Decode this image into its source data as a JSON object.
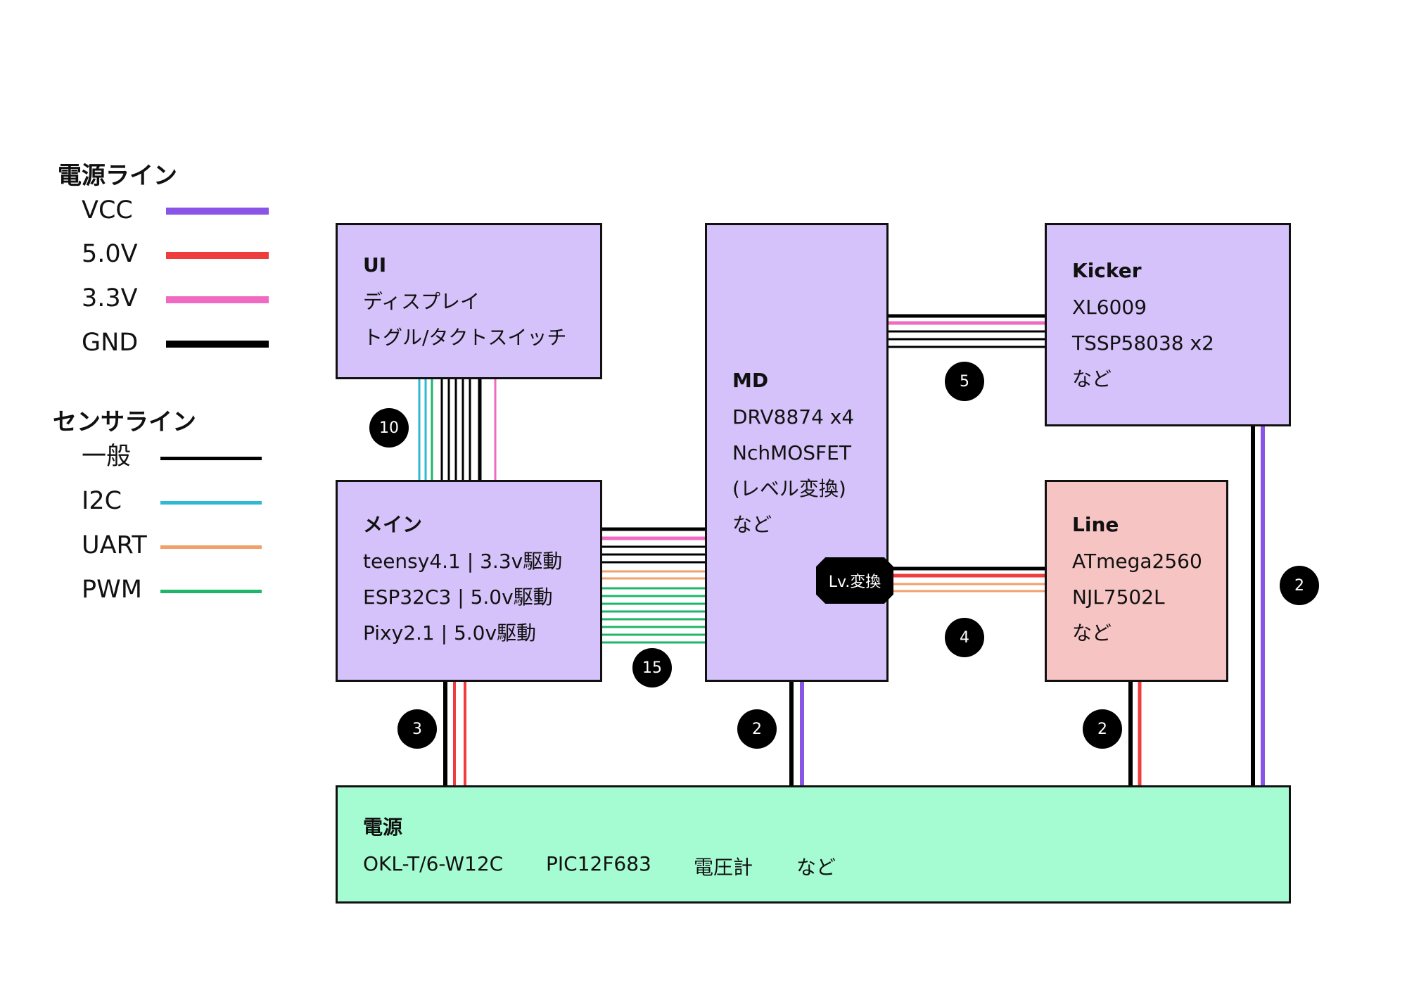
{
  "legend": {
    "power_heading": "電源ライン",
    "power_items": [
      {
        "label": "VCC",
        "color": "#8a55e6"
      },
      {
        "label": "5.0V",
        "color": "#ef3d3d"
      },
      {
        "label": "3.3V",
        "color": "#ef6ac0"
      },
      {
        "label": "GND",
        "color": "#000000"
      }
    ],
    "sensor_heading": "センサライン",
    "sensor_items": [
      {
        "label": "一般",
        "color": "#000000"
      },
      {
        "label": "I2C",
        "color": "#2fb8d6"
      },
      {
        "label": "UART",
        "color": "#f0a06a"
      },
      {
        "label": "PWM",
        "color": "#1fb56a"
      }
    ]
  },
  "blocks": {
    "ui": {
      "title": "UI",
      "lines": [
        "ディスプレイ",
        "トグル/タクトスイッチ"
      ],
      "color": "#d5c2fa"
    },
    "main": {
      "title": "メイン",
      "lines": [
        "teensy4.1 | 3.3v駆動",
        "ESP32C3 | 5.0v駆動",
        "Pixy2.1 | 5.0v駆動"
      ],
      "color": "#d5c2fa"
    },
    "md": {
      "title": "MD",
      "lines": [
        "DRV8874 x4",
        "NchMOSFET",
        "(レベル変換)",
        "など"
      ],
      "color": "#d5c2fa"
    },
    "kicker": {
      "title": "Kicker",
      "lines": [
        "XL6009",
        "TSSP58038 x2",
        "など"
      ],
      "color": "#d5c2fa"
    },
    "line": {
      "title": "Line",
      "lines": [
        "ATmega2560",
        "NJL7502L",
        "など"
      ],
      "color": "#f7c4c4"
    },
    "power": {
      "title": "電源",
      "items": [
        "OKL-T/6-W12C",
        "PIC12F683",
        "電圧計",
        "など"
      ],
      "color": "#a6fcd2"
    }
  },
  "badges": {
    "ui_main": "10",
    "md_kicker": "5",
    "main_md": "15",
    "md_line": "4",
    "main_power": "3",
    "md_power": "2",
    "line_power": "2",
    "kicker_power": "2"
  },
  "lv_tag": "Lv.変換"
}
